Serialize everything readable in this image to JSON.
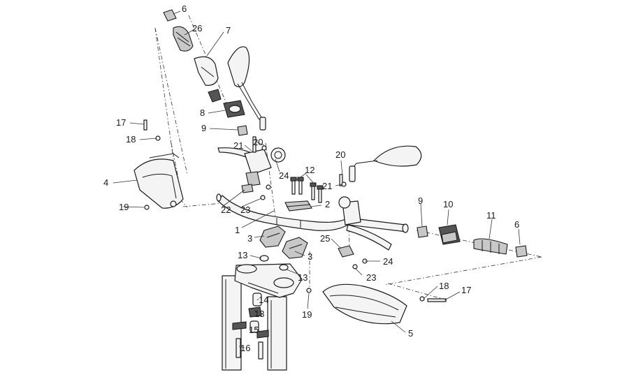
{
  "callouts": {
    "c6a": "6",
    "c26": "26",
    "c7": "7",
    "c8": "8",
    "c9a": "9",
    "c17a": "17",
    "c18a": "18",
    "c21a": "21",
    "c20a": "20",
    "c20b": "20",
    "c4": "4",
    "c24a": "24",
    "c12": "12",
    "c21b": "21",
    "c19a": "19",
    "c22": "22",
    "c23a": "23",
    "c2": "2",
    "c9b": "9",
    "c10": "10",
    "c11": "11",
    "c6b": "6",
    "c1": "1",
    "c3a": "3",
    "c3b": "3",
    "c25": "25",
    "c13a": "13",
    "c24b": "24",
    "c23b": "23",
    "c13b": "13",
    "c18b": "18",
    "c17b": "17",
    "c14": "14",
    "c19b": "19",
    "c13c": "13",
    "c15": "15",
    "c5": "5",
    "c16": "16"
  }
}
